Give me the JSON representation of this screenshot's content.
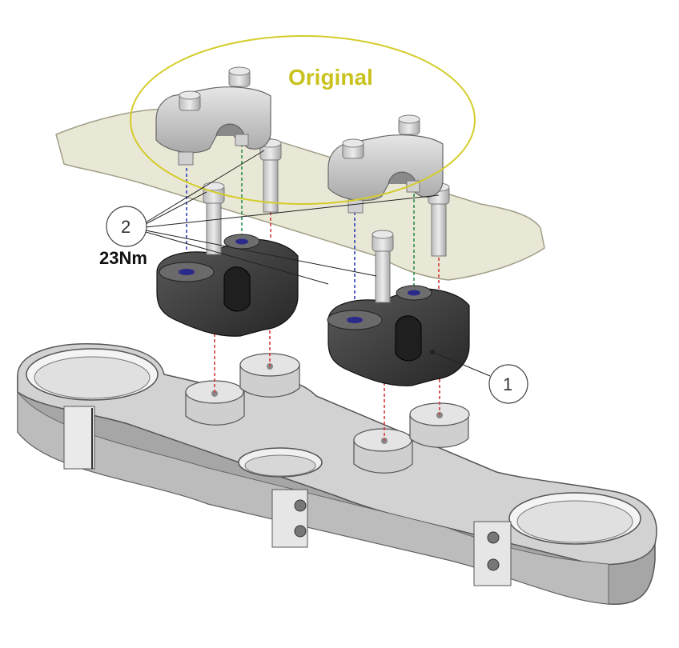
{
  "labels": {
    "original": "Original",
    "callout_1": "1",
    "callout_2": "2",
    "torque": "23Nm"
  },
  "colors": {
    "original_ellipse": "#d4cc2a",
    "original_text": "#c9c21e",
    "handlebar": "#e8e6d2",
    "triple_clamp": "#c8c8c8",
    "riser_block": "#3e3e3e",
    "original_clamp": "#c4c4c4",
    "bolt": "#cfcfcf",
    "guide_red": "#d63a3a",
    "guide_blue": "#3140b8",
    "guide_green": "#2e8f4a"
  }
}
